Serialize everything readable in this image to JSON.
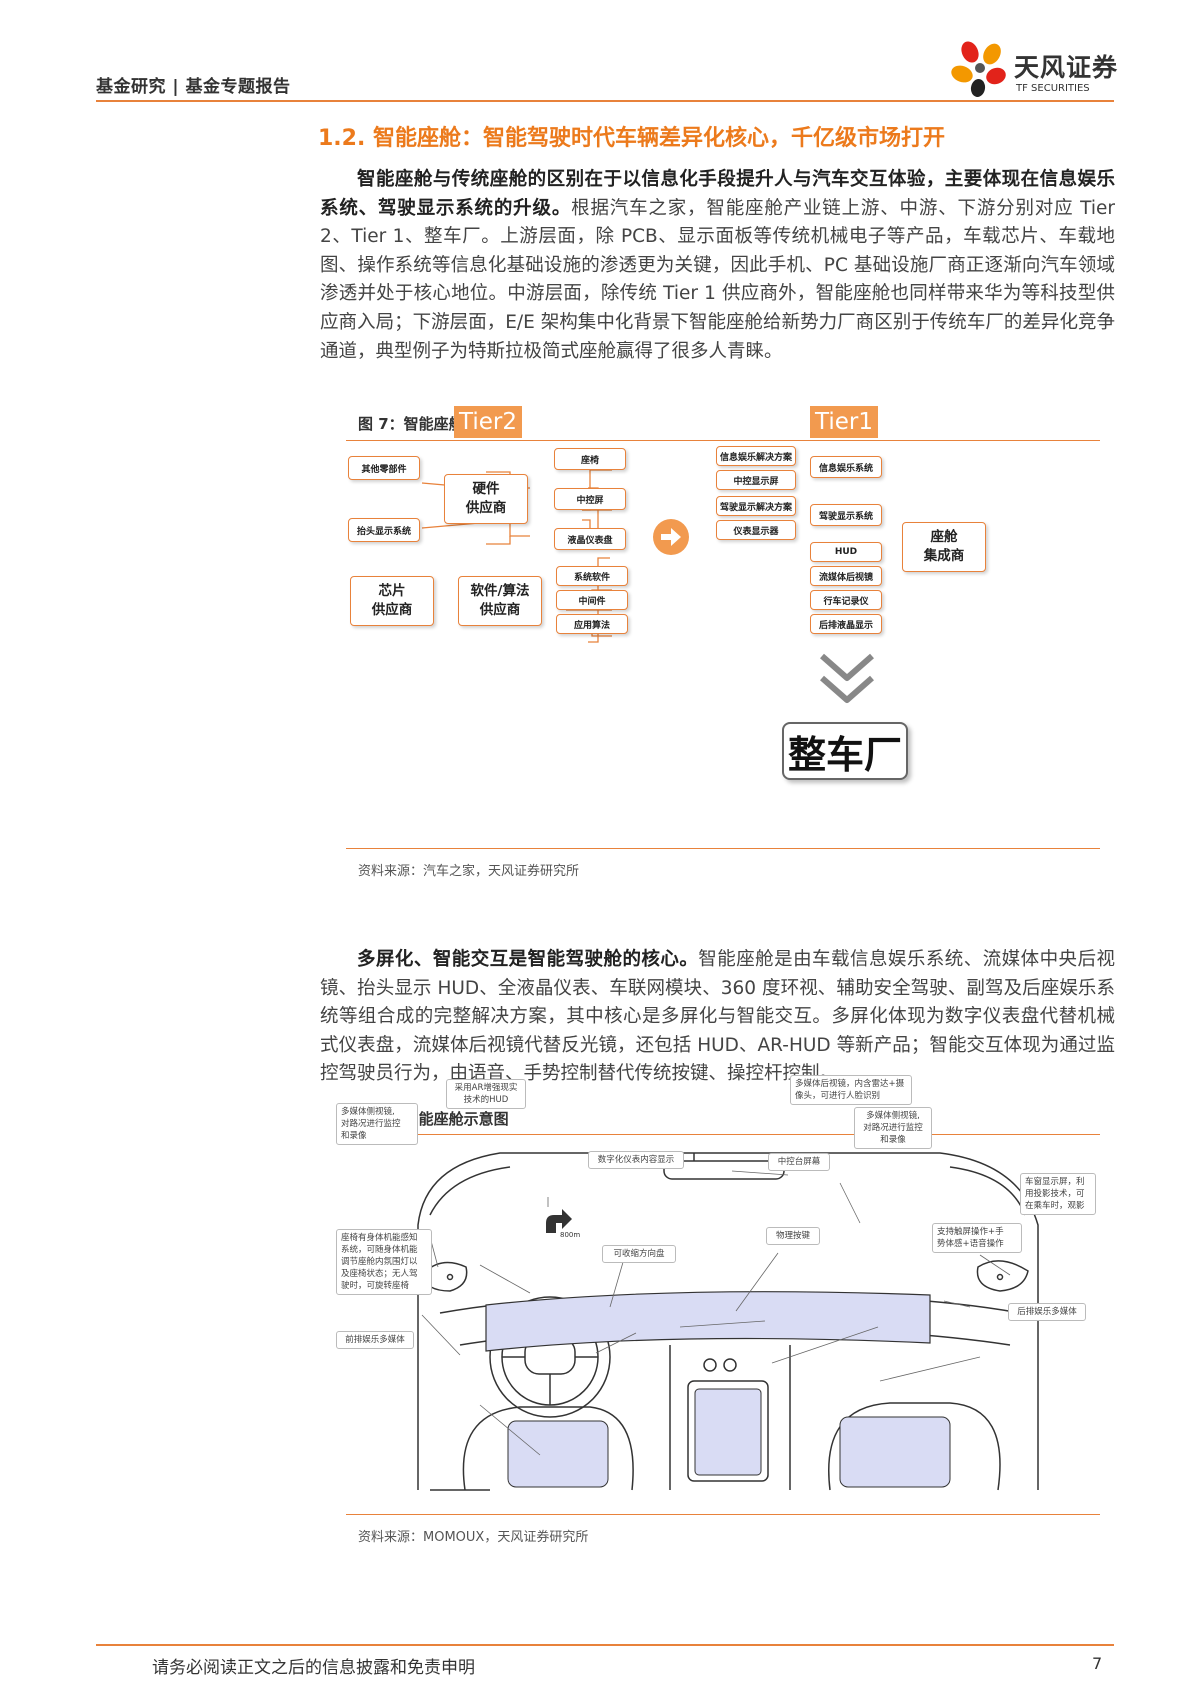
{
  "header": {
    "breadcrumb": "基金研究 | 基金专题报告",
    "logo_cn": "天风证券",
    "logo_en": "TF SECURITIES"
  },
  "section_title": "1.2. 智能座舱：智能驾驶时代车辆差异化核心，千亿级市场打开",
  "para1": {
    "bold": "智能座舱与传统座舱的区别在于以信息化手段提升人与汽车交互体验，主要体现在信息娱乐系统、驾驶显示系统的升级。",
    "text": "根据汽车之家，智能座舱产业链上游、中游、下游分别对应 Tier 2、Tier 1、整车厂。上游层面，除 PCB、显示面板等传统机械电子等产品，车载芯片、车载地图、操作系统等信息化基础设施的渗透更为关键，因此手机、PC 基础设施厂商正逐渐向汽车领域渗透并处于核心地位。中游层面，除传统 Tier 1 供应商外，智能座舱也同样带来华为等科技型供应商入局；下游层面，E/E 架构集中化背景下智能座舱给新势力厂商区别于传统车厂的差异化竞争通道，典型例子为特斯拉极简式座舱赢得了很多人青睐。"
  },
  "fig7": {
    "title": "图 7：智能座舱产业链",
    "source": "资料来源：汽车之家，天风证券研究所",
    "tier2": "Tier2",
    "tier1": "Tier1",
    "tier2_nodes": {
      "other_parts": "其他零部件",
      "hud_left": "抬头显示系统",
      "hardware": "硬件\n供应商",
      "seat": "座椅",
      "center_screen": "中控屏",
      "lcd_cluster": "液晶仪表盘",
      "chip": "芯片\n供应商",
      "software": "软件/算法\n供应商",
      "sys_software": "系统软件",
      "middleware": "中间件",
      "app_algo": "应用算法"
    },
    "tier1_nodes": {
      "infotainment_solution": "信息娱乐解决方案",
      "center_display": "中控显示屏",
      "driving_display_solution": "驾驶显示解决方案",
      "instrument_display": "仪表显示器",
      "infotainment_system": "信息娱乐系统",
      "driving_display_system": "驾驶显示系统",
      "hud": "HUD",
      "streaming_mirror": "流媒体后视镜",
      "dashcam": "行车记录仪",
      "rear_lcd": "后排液晶显示",
      "integrator": "座舱\n集成商"
    },
    "oem": "整车厂"
  },
  "para2": {
    "bold": "多屏化、智能交互是智能驾驶舱的核心。",
    "text": "智能座舱是由车载信息娱乐系统、流媒体中央后视镜、抬头显示 HUD、全液晶仪表、车联网模块、360 度环视、辅助安全驾驶、副驾及后座娱乐系统等组合成的完整解决方案，其中核心是多屏化与智能交互。多屏化体现为数字仪表盘代替机械式仪表盘，流媒体后视镜代替反光镜，还包括 HUD、AR-HUD 等新产品；智能交互体现为通过监控驾驶员行为，由语音、手势控制替代传统按键、操控杆控制。"
  },
  "fig8": {
    "title": "图 8：智能座舱示意图",
    "source": "资料来源：MOMOUX，天风证券研究所",
    "labels": {
      "ar_hud": "采用AR增强现实\n技术的HUD",
      "side_mirror_left": "多媒体侧视镜,\n对路况进行监控\n和录像",
      "rear_mirror": "多媒体后视镜，内含雷达+摄\n像头，可进行人脸识别",
      "side_mirror_right": "多媒体侧视镜,\n对路况进行监控\n和录像",
      "digital_cluster": "数字化仪表内容显示",
      "center_screen": "中控台屏幕",
      "window_screen": "车窗显示屏，利\n用投影技术，可\n在乘车时，观影",
      "seat_sensing": "座椅有身体机能感知\n系统，可随身体机能\n调节座舱内氛围灯以\n及座椅状态；无人驾\n驶时，可旋转座椅",
      "physical_buttons": "物理按键",
      "retractable_wheel": "可收缩方向盘",
      "touch_gesture_voice": "支持触屏操作+手\n势体感+语音操作",
      "front_entertainment": "前排娱乐多媒体",
      "rear_entertainment": "后排娱乐多媒体",
      "distance": "800m"
    }
  },
  "footer": {
    "disclaimer": "请务必阅读正文之后的信息披露和免责申明",
    "page": "7"
  }
}
